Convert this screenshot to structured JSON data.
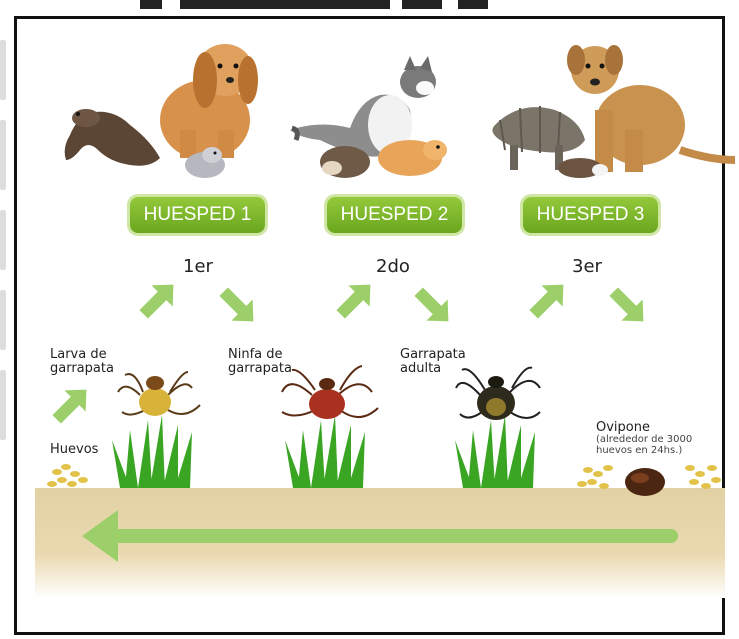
{
  "hosts": [
    {
      "label": "HUESPED 1",
      "ordinal": "1er"
    },
    {
      "label": "HUESPED 2",
      "ordinal": "2do"
    },
    {
      "label": "HUESPED 3",
      "ordinal": "3er"
    }
  ],
  "stages": {
    "larva": "Larva de\ngarrapata",
    "ninfa": "Ninfa de\ngarrapata",
    "adulta": "Garrapata\nadulta",
    "huevos": "Huevos",
    "ovipone_title": "Ovipone",
    "ovipone_note": "(alrededor de 3000\nhuevos en 24hs.)"
  },
  "colors": {
    "accent_green": "#7cb82f",
    "arrow_green": "#9ccf6a",
    "ground": "#e6d5a8",
    "grass": "#3aa523"
  },
  "icons": [
    "ferret-icon",
    "dog-icon",
    "hamster-icon",
    "cat-icon",
    "hedgehog-icon",
    "guinea-pig-icon",
    "armadillo-icon",
    "tick-larva-icon",
    "tick-nymph-icon",
    "tick-adult-icon",
    "tick-engorged-icon",
    "egg-cluster-icon",
    "grass-icon",
    "arrow-up-right-icon",
    "arrow-down-right-icon",
    "arrow-left-icon"
  ]
}
